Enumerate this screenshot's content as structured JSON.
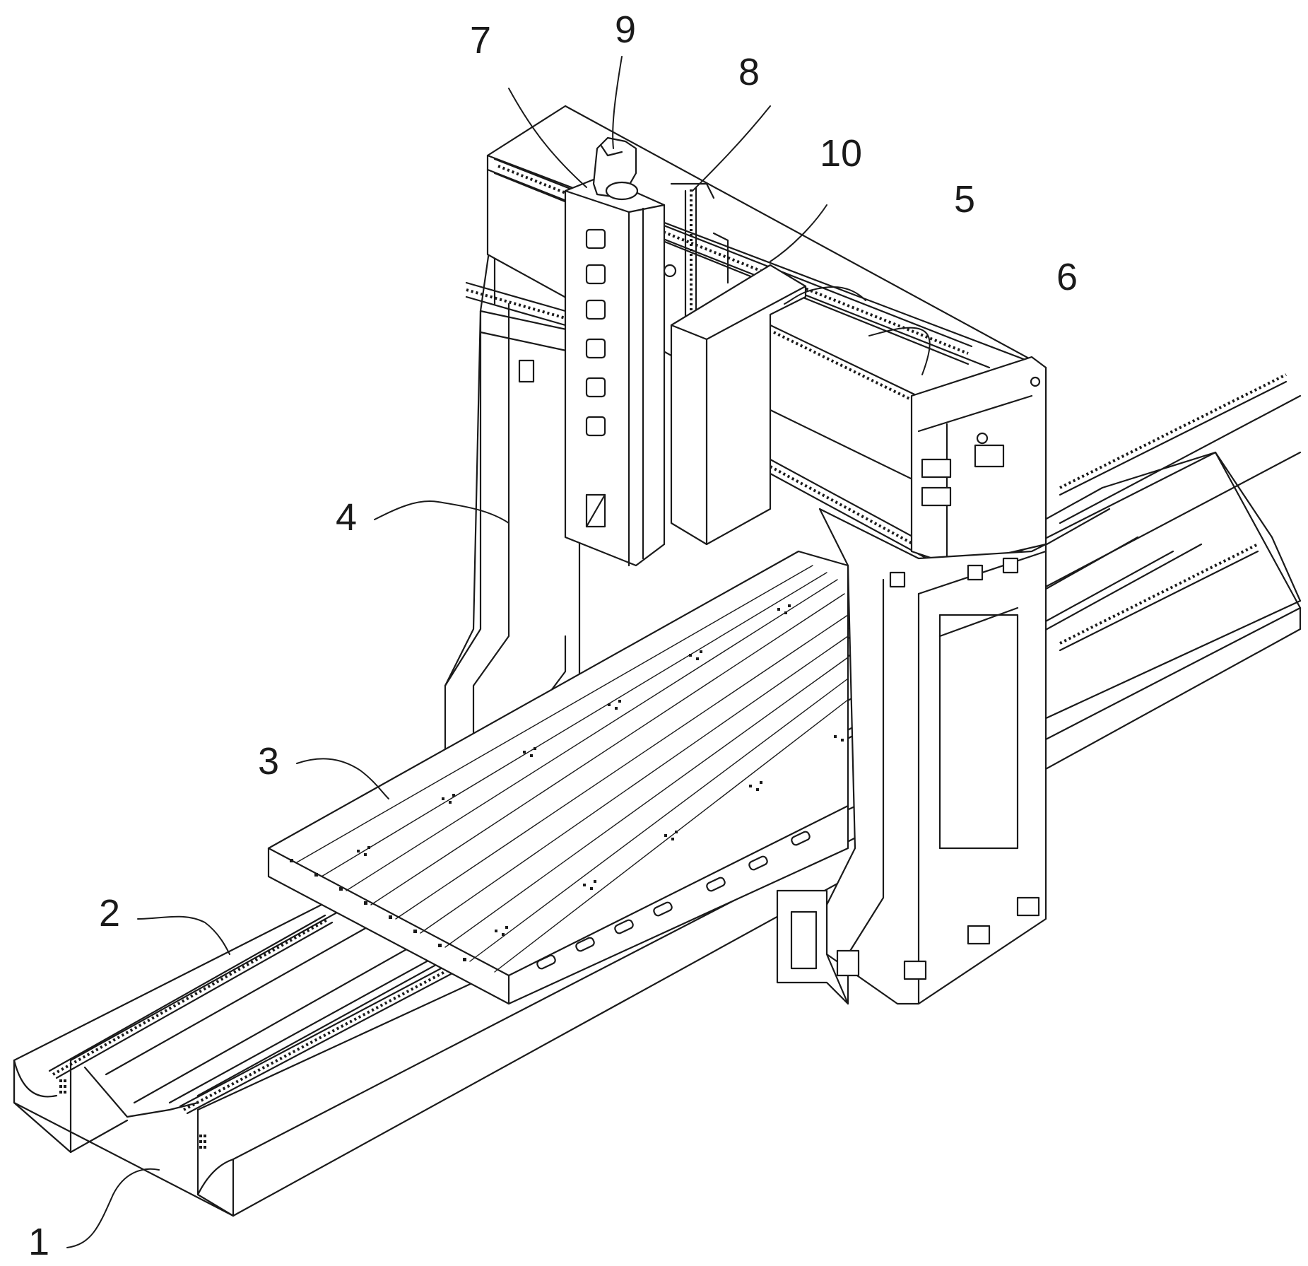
{
  "labels": {
    "l1": "1",
    "l2": "2",
    "l3": "3",
    "l4": "4",
    "l5": "5",
    "l6": "6",
    "l7": "7",
    "l8": "8",
    "l9": "9",
    "l10": "10"
  },
  "colors": {
    "ink": "#1a1a1a",
    "paper": "#ffffff"
  }
}
